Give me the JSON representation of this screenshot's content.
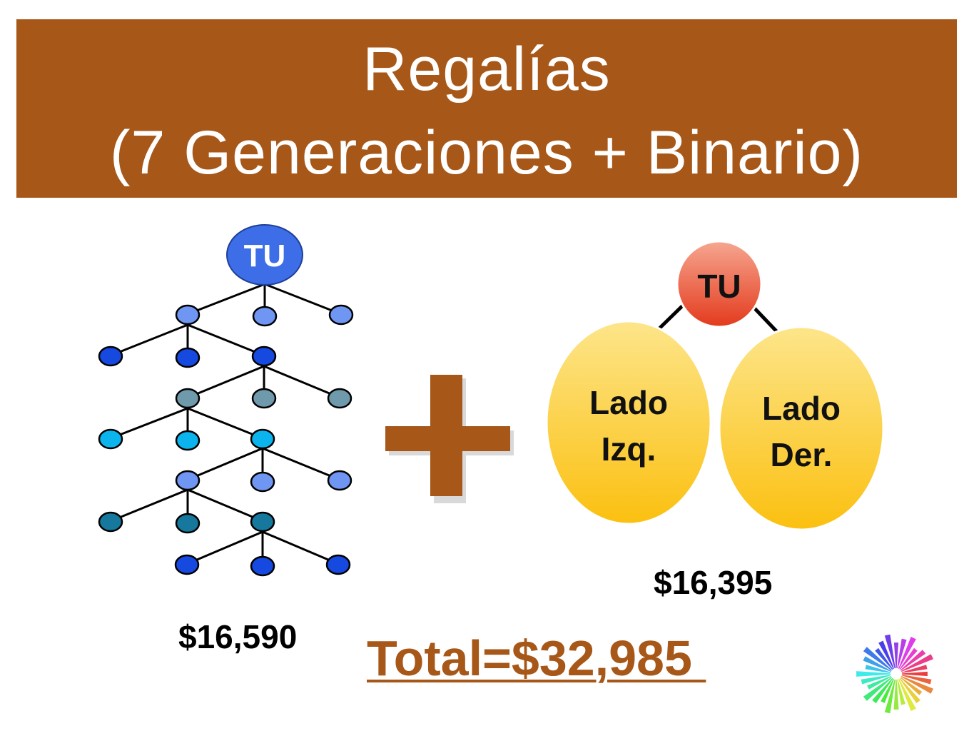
{
  "title": {
    "line1": "Regalías",
    "line2": "(7 Generaciones + Binario)"
  },
  "generations_tree": {
    "root_label": "TU",
    "amount": "$16,590"
  },
  "plus_sign": "+",
  "binary_tree": {
    "root_label": "TU",
    "left": {
      "line1": "Lado",
      "line2": "Izq."
    },
    "right": {
      "line1": "Lado",
      "line2": "Der."
    },
    "amount": "$16,395"
  },
  "total": "Total=$32,985 ",
  "colors": {
    "banner": "#a75718",
    "plus": "#a75718",
    "total_text": "#a75718",
    "root_node": "#3d6ee8",
    "binary_root": "#e8452a",
    "legs": "#fbc52a"
  },
  "icons": {
    "logo": "starburst-logo-icon"
  }
}
